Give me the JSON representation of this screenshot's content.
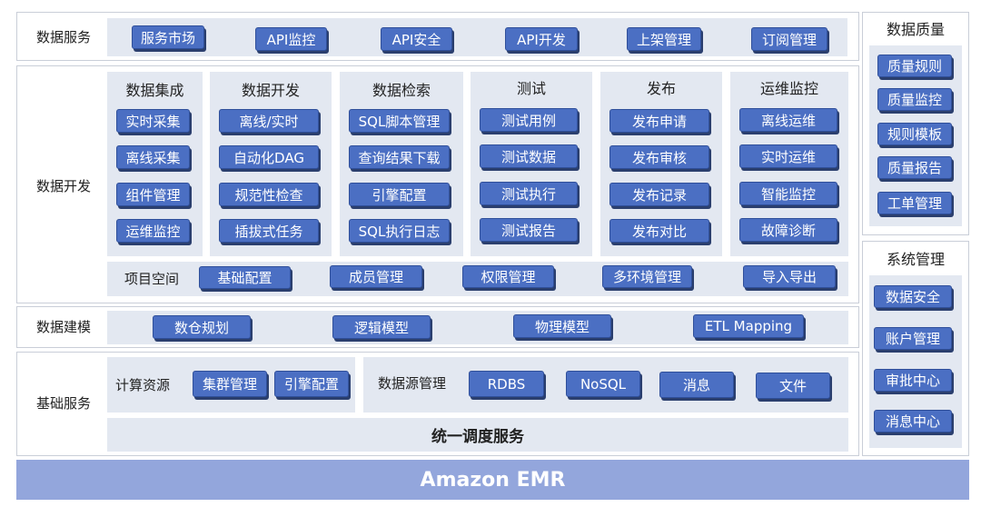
{
  "service_layer": {
    "label": "数据服务",
    "items": [
      "服务市场",
      "API监控",
      "API安全",
      "API开发",
      "上架管理",
      "订阅管理"
    ]
  },
  "dev_layer": {
    "label": "数据开发",
    "groups": [
      {
        "title": "数据集成",
        "items": [
          "实时采集",
          "离线采集",
          "组件管理",
          "运维监控"
        ]
      },
      {
        "title": "数据开发",
        "items": [
          "离线/实时",
          "自动化DAG",
          "规范性检查",
          "插拔式任务"
        ]
      },
      {
        "title": "数据检索",
        "items": [
          "SQL脚本管理",
          "查询结果下载",
          "引擎配置",
          "SQL执行日志"
        ]
      },
      {
        "title": "测试",
        "items": [
          "测试用例",
          "测试数据",
          "测试执行",
          "测试报告"
        ]
      },
      {
        "title": "发布",
        "items": [
          "发布申请",
          "发布审核",
          "发布记录",
          "发布对比"
        ]
      },
      {
        "title": "运维监控",
        "items": [
          "离线运维",
          "实时运维",
          "智能监控",
          "故障诊断"
        ]
      }
    ],
    "project_space": {
      "label": "项目空间",
      "items": [
        "基础配置",
        "成员管理",
        "权限管理",
        "多环境管理",
        "导入导出"
      ]
    }
  },
  "modeling_layer": {
    "label": "数据建模",
    "items": [
      "数仓规划",
      "逻辑模型",
      "物理模型",
      "ETL Mapping"
    ]
  },
  "base_layer": {
    "label": "基础服务",
    "compute": {
      "label": "计算资源",
      "items": [
        "集群管理",
        "引擎配置"
      ]
    },
    "datasource": {
      "label": "数据源管理",
      "items": [
        "RDBS",
        "NoSQL",
        "消息",
        "文件"
      ]
    },
    "scheduler": "统一调度服务"
  },
  "quality": {
    "title": "数据质量",
    "items": [
      "质量规则",
      "质量监控",
      "规则模板",
      "质量报告",
      "工单管理"
    ]
  },
  "system": {
    "title": "系统管理",
    "items": [
      "数据安全",
      "账户管理",
      "审批中心",
      "消息中心"
    ]
  },
  "platform": "Amazon EMR"
}
